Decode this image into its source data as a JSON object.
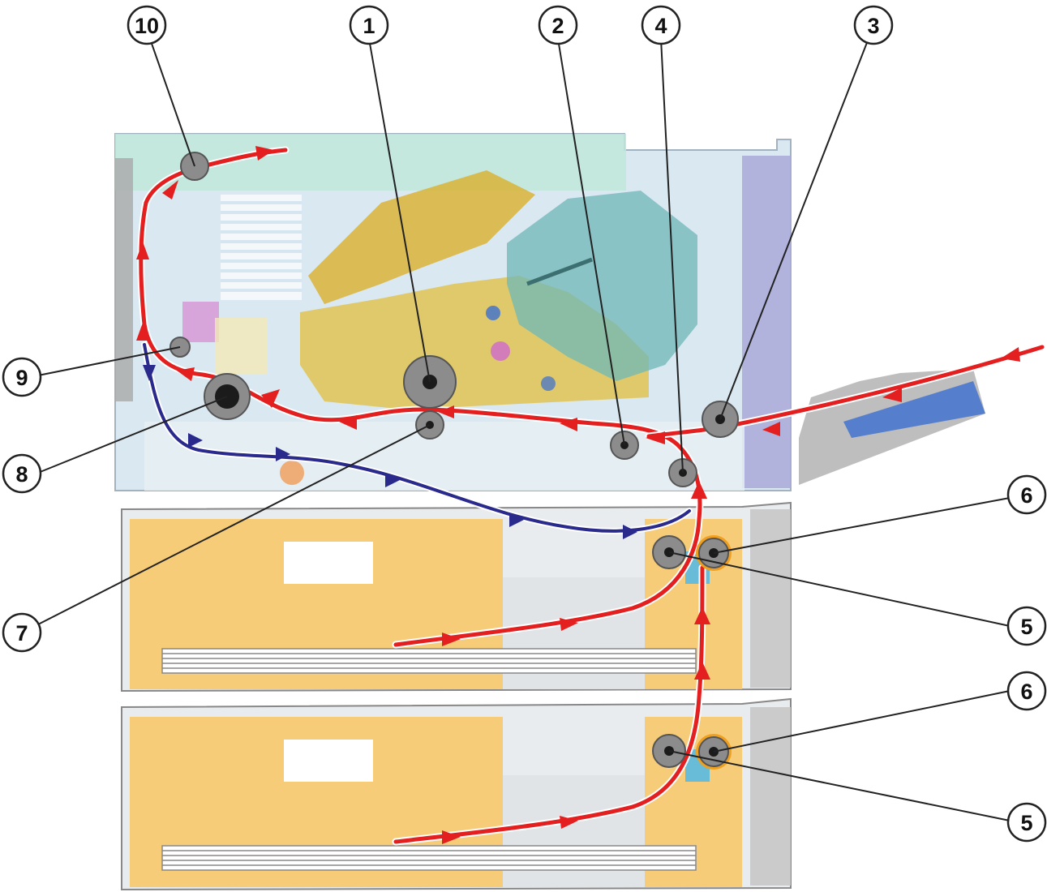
{
  "callouts": [
    {
      "id": "c1",
      "label": "1"
    },
    {
      "id": "c2",
      "label": "2"
    },
    {
      "id": "c3",
      "label": "3"
    },
    {
      "id": "c4",
      "label": "4"
    },
    {
      "id": "c5a",
      "label": "5"
    },
    {
      "id": "c5b",
      "label": "5"
    },
    {
      "id": "c6a",
      "label": "6"
    },
    {
      "id": "c6b",
      "label": "6"
    },
    {
      "id": "c7",
      "label": "7"
    },
    {
      "id": "c8",
      "label": "8"
    },
    {
      "id": "c9",
      "label": "9"
    },
    {
      "id": "c10",
      "label": "10"
    }
  ],
  "colors": {
    "simplex_path": "#e31f1f",
    "duplex_path": "#2a2a8c",
    "tray": "#f7c96a",
    "housing": "#cfe2ee",
    "imaging_unit": "#d9b338",
    "laser_unit": "#6fb7b7",
    "mpf_tray": "#3b6fcf"
  }
}
